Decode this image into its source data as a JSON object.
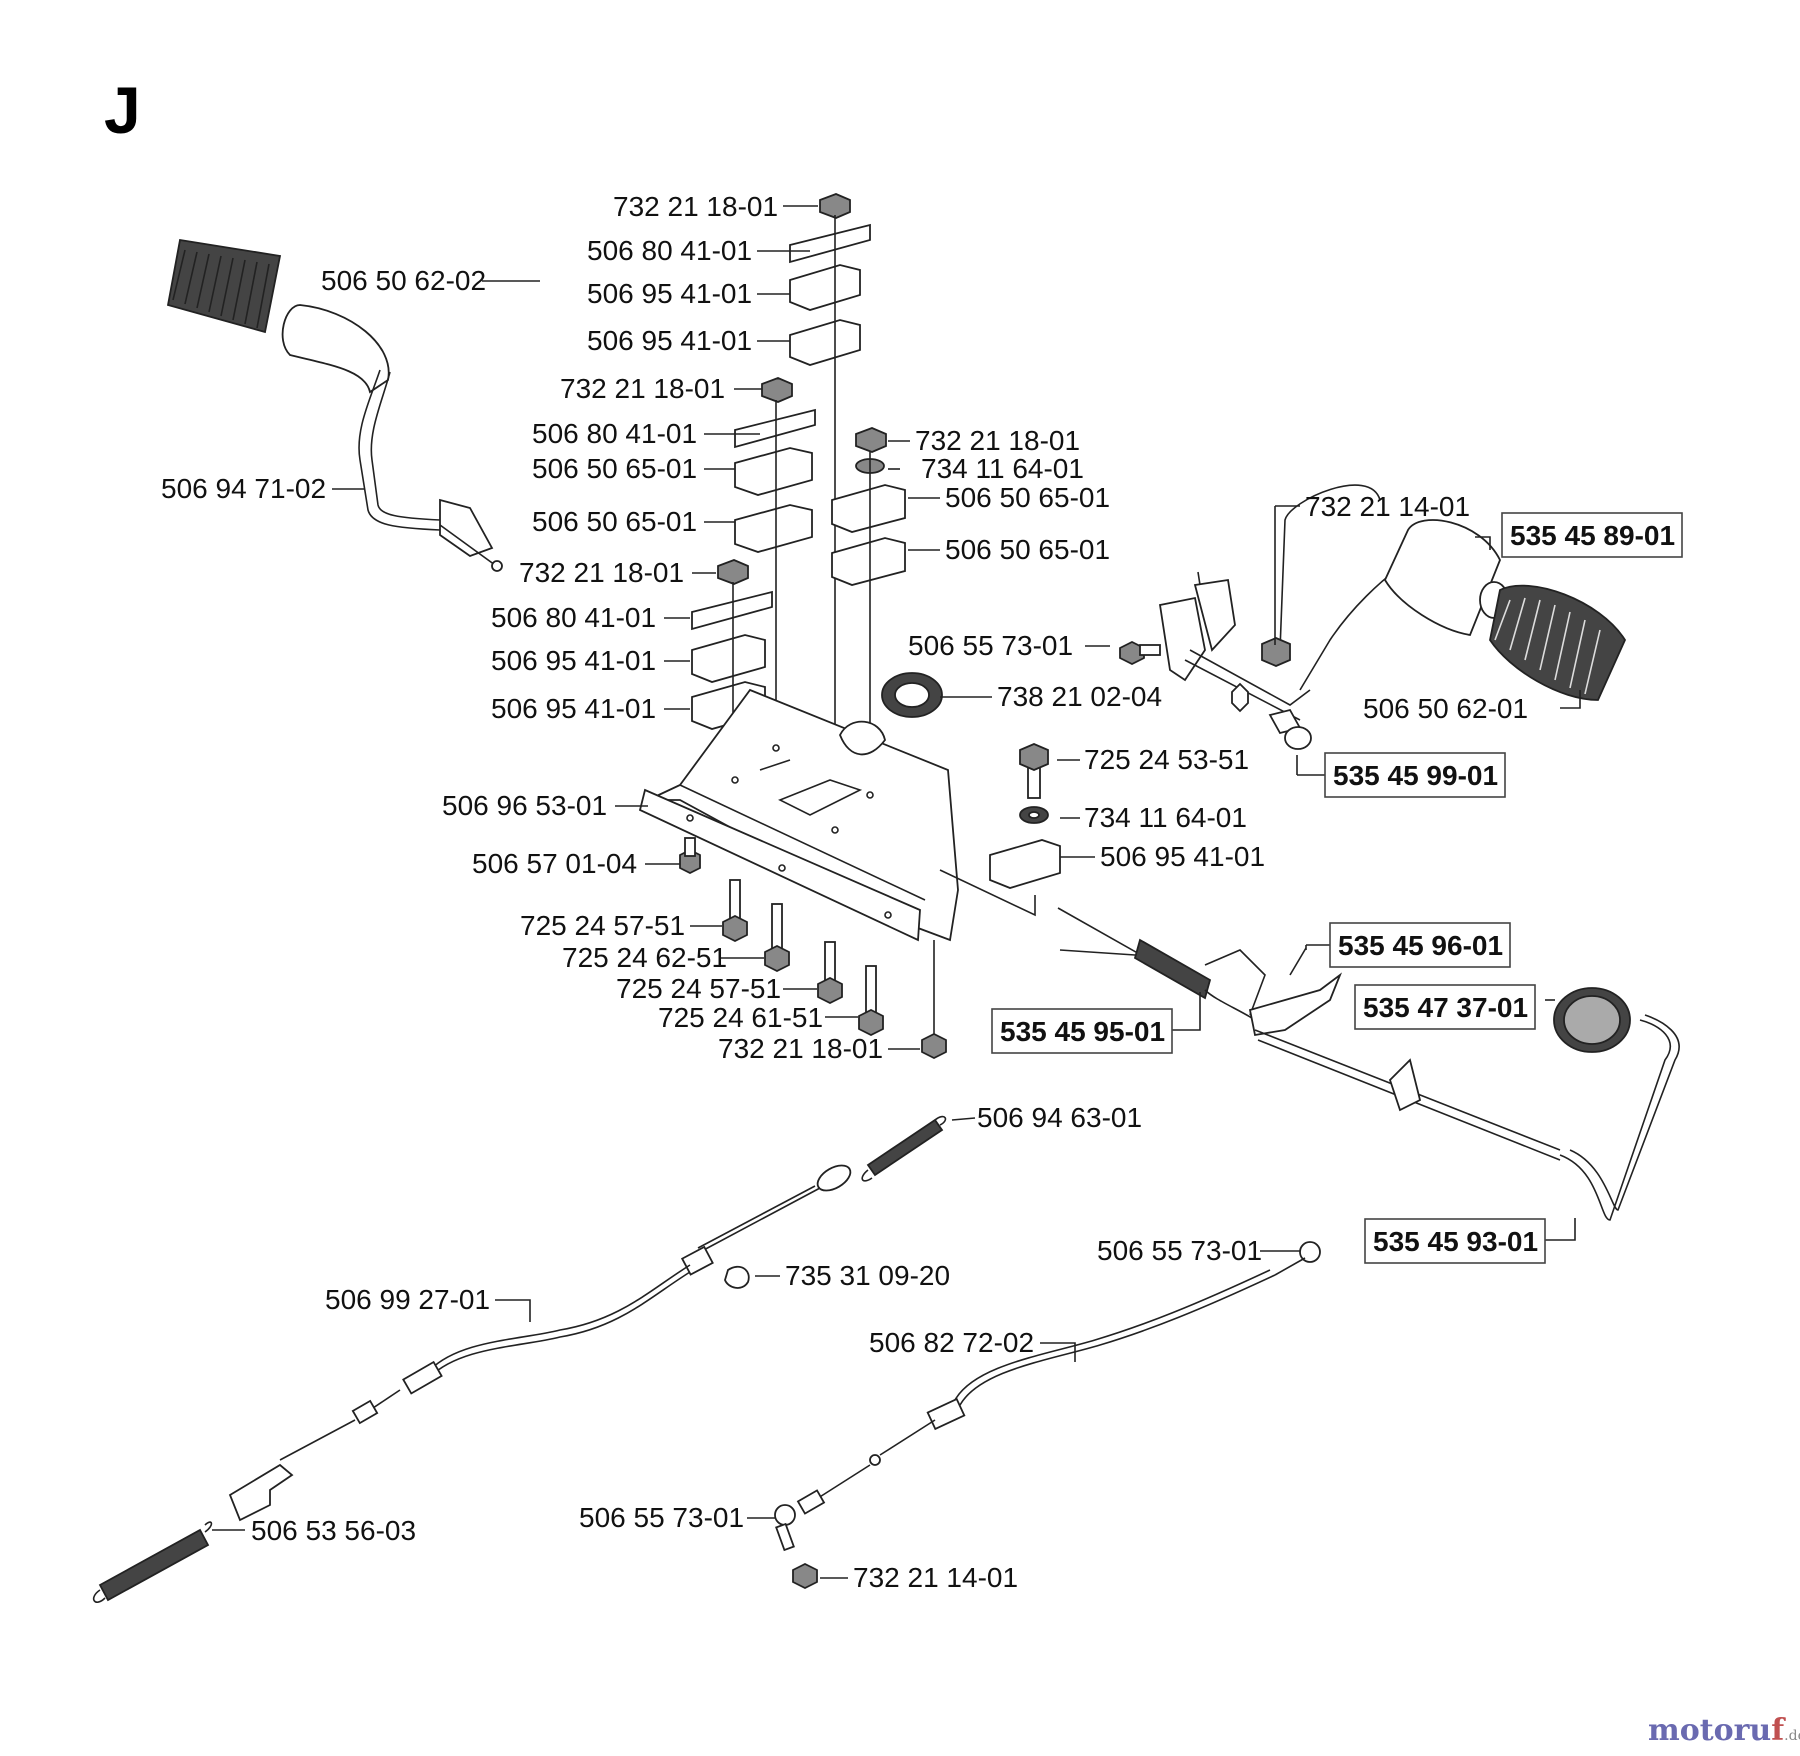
{
  "section_letter": "J",
  "watermark": {
    "brand_a": "motoru",
    "brand_b": "f",
    "tld": ".de"
  },
  "labels": {
    "l01": "732 21 18-01",
    "l02": "506 80 41-01",
    "l03": "506 95 41-01",
    "l04": "506 95 41-01",
    "l05": "506 50 62-02",
    "l06": "732 21 18-01",
    "l07": "506 80 41-01",
    "l08": "506 50 65-01",
    "l09": "506 94 71-02",
    "l10": "506 50 65-01",
    "l11": "732 21 18-01",
    "l12": "734 11 64-01",
    "l13": "506 50 65-01",
    "l14": "506 50 65-01",
    "l15": "732 21 18-01",
    "l16": "506 80 41-01",
    "l17": "506 95 41-01",
    "l18": "506 95 41-01",
    "l19": "732 21 14-01",
    "l20": "535 45 89-01",
    "l21": "506 55 73-01",
    "l22": "738 21 02-04",
    "l23": "506 50 62-01",
    "l24": "725 24 53-51",
    "l25": "535 45 99-01",
    "l26": "506 96 53-01",
    "l27": "734 11 64-01",
    "l28": "506 57 01-04",
    "l29": "506 95 41-01",
    "l30": "725 24 57-51",
    "l31": "725 24 62-51",
    "l32": "535 45 96-01",
    "l33": "725 24 57-51",
    "l34": "535 47 37-01",
    "l35": "725 24 61-51",
    "l36": "535 45 95-01",
    "l37": "732 21 18-01",
    "l38": "506 94 63-01",
    "l39": "735 31 09-20",
    "l40": "506 55 73-01",
    "l41": "506 99 27-01",
    "l42": "535 45 93-01",
    "l43": "506 82 72-02",
    "l44": "506 53 56-03",
    "l45": "506 55 73-01",
    "l46": "732 21 14-01"
  }
}
